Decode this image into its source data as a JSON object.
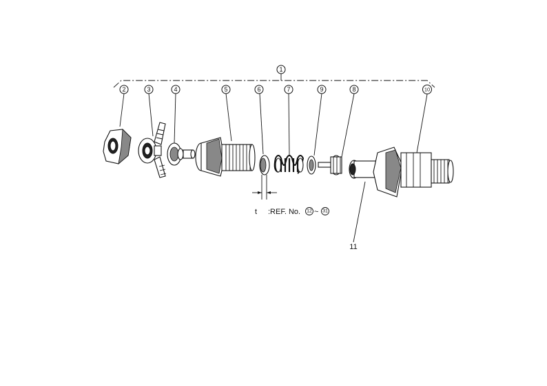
{
  "callouts": {
    "assembly": "1",
    "p2": "2",
    "p3": "3",
    "p4": "4",
    "p5": "5",
    "p6": "6",
    "p7": "7",
    "p9": "9",
    "p8": "8",
    "p10": "10",
    "p11": "11"
  },
  "note": {
    "t_label": "t",
    "ref_text": ":REF. No.",
    "range_from": "12",
    "range_sep": "~",
    "range_to": "31"
  }
}
